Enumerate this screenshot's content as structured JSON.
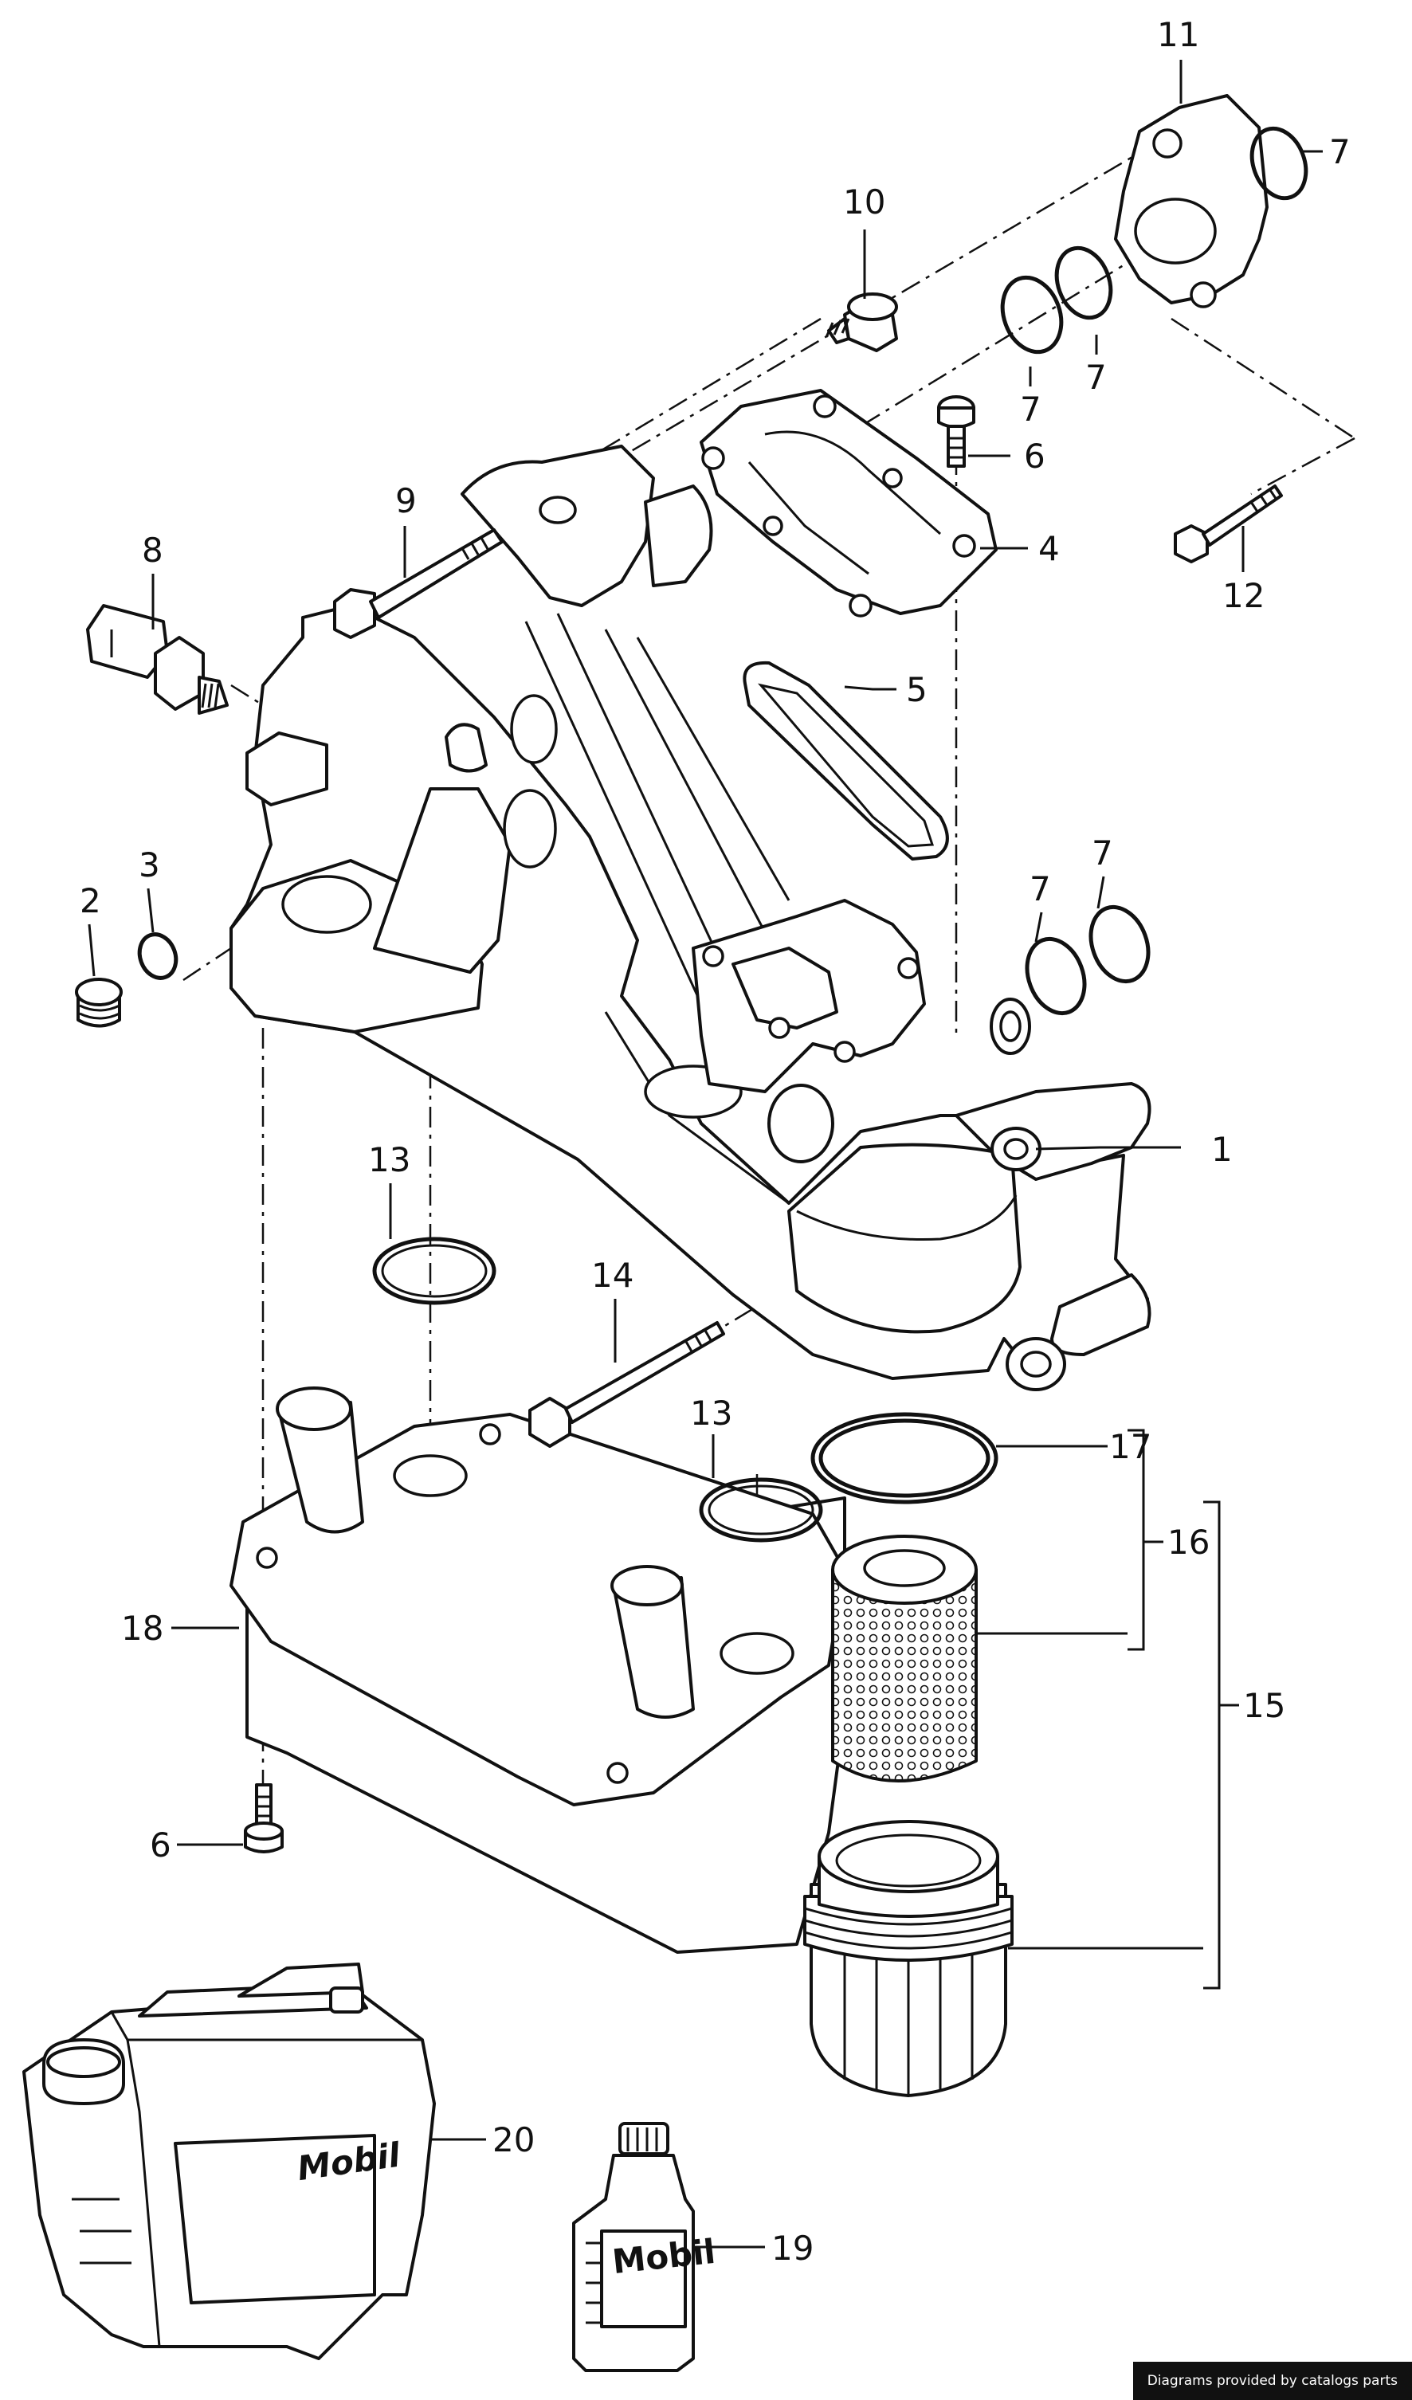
{
  "callouts": [
    {
      "id": "c11",
      "label": "11"
    },
    {
      "id": "c7a",
      "label": "7"
    },
    {
      "id": "c10",
      "label": "10"
    },
    {
      "id": "c7b",
      "label": "7"
    },
    {
      "id": "c7c",
      "label": "7"
    },
    {
      "id": "c6a",
      "label": "6"
    },
    {
      "id": "c9",
      "label": "9"
    },
    {
      "id": "c4",
      "label": "4"
    },
    {
      "id": "c8",
      "label": "8"
    },
    {
      "id": "c12",
      "label": "12"
    },
    {
      "id": "c5",
      "label": "5"
    },
    {
      "id": "c3",
      "label": "3"
    },
    {
      "id": "c2",
      "label": "2"
    },
    {
      "id": "c7d",
      "label": "7"
    },
    {
      "id": "c7e",
      "label": "7"
    },
    {
      "id": "c1",
      "label": "1"
    },
    {
      "id": "c13a",
      "label": "13"
    },
    {
      "id": "c14",
      "label": "14"
    },
    {
      "id": "c13b",
      "label": "13"
    },
    {
      "id": "c17",
      "label": "17"
    },
    {
      "id": "c16",
      "label": "16"
    },
    {
      "id": "c18",
      "label": "18"
    },
    {
      "id": "c15",
      "label": "15"
    },
    {
      "id": "c6b",
      "label": "6"
    },
    {
      "id": "c20",
      "label": "20"
    },
    {
      "id": "c19",
      "label": "19"
    }
  ],
  "branding": {
    "canister_logo": "Mobil",
    "bottle_logo": "Mobil"
  },
  "footer": {
    "credit": "Diagrams provided by catalogs parts"
  }
}
